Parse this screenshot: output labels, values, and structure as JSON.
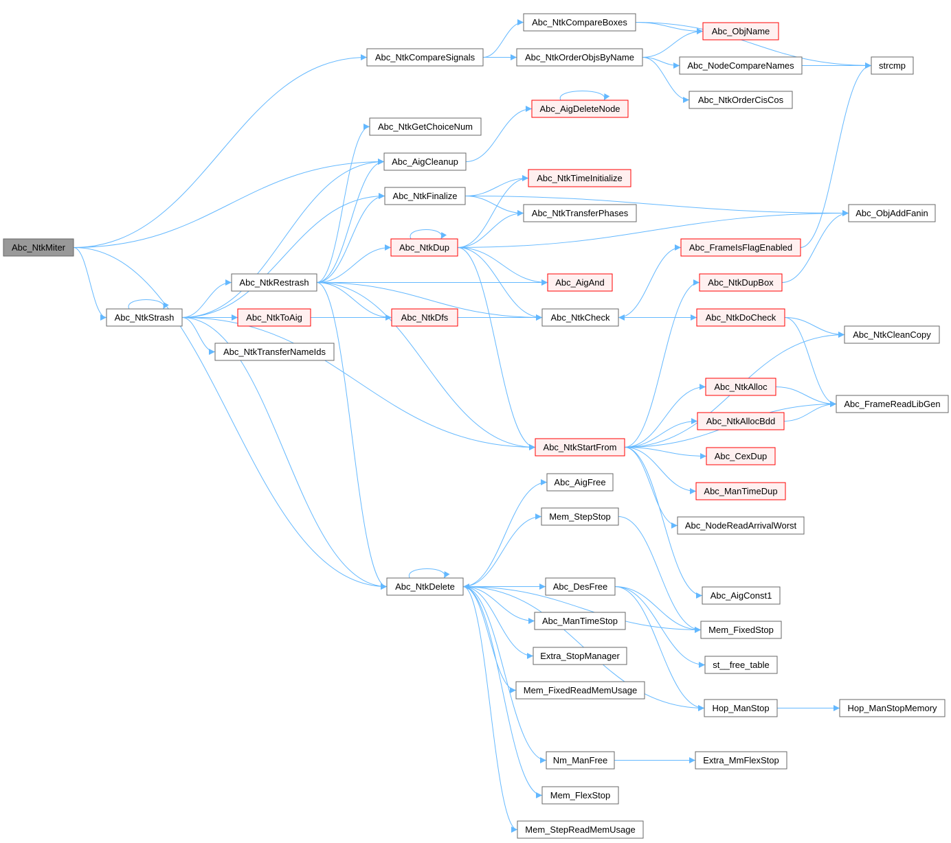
{
  "colors": {
    "edge": "#63b8ff",
    "node_border": "#666666",
    "node_fill": "#ffffff",
    "root_fill": "#999999",
    "root_border": "#666666",
    "truncated_border": "#ff0000",
    "truncated_fill": "#fff0f0"
  },
  "nodes": [
    {
      "id": "Abc_NtkMiter",
      "style": "root"
    },
    {
      "id": "Abc_NtkStrash",
      "style": "normal"
    },
    {
      "id": "Abc_NtkRestrash",
      "style": "normal"
    },
    {
      "id": "Abc_NtkToAig",
      "style": "truncated"
    },
    {
      "id": "Abc_NtkTransferNameIds",
      "style": "normal"
    },
    {
      "id": "Abc_NtkCompareSignals",
      "style": "normal"
    },
    {
      "id": "Abc_NtkGetChoiceNum",
      "style": "normal"
    },
    {
      "id": "Abc_AigCleanup",
      "style": "normal"
    },
    {
      "id": "Abc_NtkFinalize",
      "style": "normal"
    },
    {
      "id": "Abc_NtkDup",
      "style": "truncated"
    },
    {
      "id": "Abc_NtkDfs",
      "style": "truncated"
    },
    {
      "id": "Abc_NtkDelete",
      "style": "normal"
    },
    {
      "id": "Abc_NtkCompareBoxes",
      "style": "normal"
    },
    {
      "id": "Abc_NtkOrderObjsByName",
      "style": "normal"
    },
    {
      "id": "Abc_AigDeleteNode",
      "style": "truncated"
    },
    {
      "id": "Abc_NtkTimeInitialize",
      "style": "truncated"
    },
    {
      "id": "Abc_NtkTransferPhases",
      "style": "normal"
    },
    {
      "id": "Abc_AigAnd",
      "style": "truncated"
    },
    {
      "id": "Abc_NtkCheck",
      "style": "normal"
    },
    {
      "id": "Abc_NtkStartFrom",
      "style": "truncated"
    },
    {
      "id": "Abc_AigFree",
      "style": "normal"
    },
    {
      "id": "Mem_StepStop",
      "style": "normal"
    },
    {
      "id": "Abc_DesFree",
      "style": "normal"
    },
    {
      "id": "Abc_ManTimeStop",
      "style": "normal"
    },
    {
      "id": "Extra_StopManager",
      "style": "normal"
    },
    {
      "id": "Mem_FixedReadMemUsage",
      "style": "normal"
    },
    {
      "id": "Nm_ManFree",
      "style": "normal"
    },
    {
      "id": "Mem_FlexStop",
      "style": "normal"
    },
    {
      "id": "Mem_StepReadMemUsage",
      "style": "normal"
    },
    {
      "id": "Abc_ObjName",
      "style": "truncated"
    },
    {
      "id": "Abc_NodeCompareNames",
      "style": "normal"
    },
    {
      "id": "Abc_NtkOrderCisCos",
      "style": "normal"
    },
    {
      "id": "strcmp",
      "style": "normal"
    },
    {
      "id": "Abc_FrameIsFlagEnabled",
      "style": "truncated"
    },
    {
      "id": "Abc_NtkDupBox",
      "style": "truncated"
    },
    {
      "id": "Abc_NtkDoCheck",
      "style": "truncated"
    },
    {
      "id": "Abc_NtkAlloc",
      "style": "truncated"
    },
    {
      "id": "Abc_NtkAllocBdd",
      "style": "truncated"
    },
    {
      "id": "Abc_CexDup",
      "style": "truncated"
    },
    {
      "id": "Abc_ManTimeDup",
      "style": "truncated"
    },
    {
      "id": "Abc_NodeReadArrivalWorst",
      "style": "normal"
    },
    {
      "id": "Abc_AigConst1",
      "style": "normal"
    },
    {
      "id": "Mem_FixedStop",
      "style": "normal"
    },
    {
      "id": "st__free_table",
      "style": "normal"
    },
    {
      "id": "Hop_ManStop",
      "style": "normal"
    },
    {
      "id": "Extra_MmFlexStop",
      "style": "normal"
    },
    {
      "id": "Abc_ObjAddFanin",
      "style": "normal"
    },
    {
      "id": "Abc_NtkCleanCopy",
      "style": "normal"
    },
    {
      "id": "Abc_FrameReadLibGen",
      "style": "normal"
    },
    {
      "id": "Hop_ManStopMemory",
      "style": "normal"
    }
  ],
  "edges": [
    [
      "Abc_NtkMiter",
      "Abc_NtkCompareSignals"
    ],
    [
      "Abc_NtkMiter",
      "Abc_AigCleanup"
    ],
    [
      "Abc_NtkMiter",
      "Abc_NtkStrash"
    ],
    [
      "Abc_NtkMiter",
      "Abc_NtkDelete"
    ],
    [
      "Abc_NtkStrash",
      "Abc_NtkStrash"
    ],
    [
      "Abc_NtkStrash",
      "Abc_NtkRestrash"
    ],
    [
      "Abc_NtkStrash",
      "Abc_NtkToAig"
    ],
    [
      "Abc_NtkStrash",
      "Abc_NtkTransferNameIds"
    ],
    [
      "Abc_NtkStrash",
      "Abc_AigCleanup"
    ],
    [
      "Abc_NtkStrash",
      "Abc_NtkFinalize"
    ],
    [
      "Abc_NtkStrash",
      "Abc_NtkCheck"
    ],
    [
      "Abc_NtkStrash",
      "Abc_NtkStartFrom"
    ],
    [
      "Abc_NtkStrash",
      "Abc_NtkDelete"
    ],
    [
      "Abc_NtkRestrash",
      "Abc_NtkGetChoiceNum"
    ],
    [
      "Abc_NtkRestrash",
      "Abc_AigCleanup"
    ],
    [
      "Abc_NtkRestrash",
      "Abc_NtkFinalize"
    ],
    [
      "Abc_NtkRestrash",
      "Abc_NtkDup"
    ],
    [
      "Abc_NtkRestrash",
      "Abc_NtkDfs"
    ],
    [
      "Abc_NtkRestrash",
      "Abc_NtkCheck"
    ],
    [
      "Abc_NtkRestrash",
      "Abc_AigAnd"
    ],
    [
      "Abc_NtkRestrash",
      "Abc_NtkStartFrom"
    ],
    [
      "Abc_NtkRestrash",
      "Abc_NtkDelete"
    ],
    [
      "Abc_NtkCompareSignals",
      "Abc_NtkCompareBoxes"
    ],
    [
      "Abc_NtkCompareSignals",
      "Abc_NtkOrderObjsByName"
    ],
    [
      "Abc_NtkCompareBoxes",
      "Abc_ObjName"
    ],
    [
      "Abc_NtkCompareBoxes",
      "strcmp"
    ],
    [
      "Abc_NtkOrderObjsByName",
      "Abc_ObjName"
    ],
    [
      "Abc_NtkOrderObjsByName",
      "Abc_NodeCompareNames"
    ],
    [
      "Abc_NtkOrderObjsByName",
      "Abc_NtkOrderCisCos"
    ],
    [
      "Abc_NodeCompareNames",
      "strcmp"
    ],
    [
      "Abc_AigCleanup",
      "Abc_AigDeleteNode"
    ],
    [
      "Abc_AigDeleteNode",
      "Abc_AigDeleteNode"
    ],
    [
      "Abc_NtkFinalize",
      "Abc_NtkTimeInitialize"
    ],
    [
      "Abc_NtkFinalize",
      "Abc_NtkTransferPhases"
    ],
    [
      "Abc_NtkFinalize",
      "Abc_ObjAddFanin"
    ],
    [
      "Abc_NtkDup",
      "Abc_NtkDup"
    ],
    [
      "Abc_NtkDup",
      "Abc_NtkTimeInitialize"
    ],
    [
      "Abc_NtkDup",
      "Abc_NtkTransferPhases"
    ],
    [
      "Abc_NtkDup",
      "Abc_ObjAddFanin"
    ],
    [
      "Abc_NtkDup",
      "Abc_AigAnd"
    ],
    [
      "Abc_NtkDup",
      "Abc_NtkCheck"
    ],
    [
      "Abc_NtkDup",
      "Abc_NtkStartFrom"
    ],
    [
      "Abc_NtkCheck",
      "Abc_FrameIsFlagEnabled"
    ],
    [
      "Abc_NtkCheck",
      "Abc_NtkDoCheck"
    ],
    [
      "Abc_NtkDoCheck",
      "Abc_NtkCheck"
    ],
    [
      "Abc_NtkDoCheck",
      "Abc_NtkCleanCopy"
    ],
    [
      "Abc_NtkDoCheck",
      "Abc_FrameReadLibGen"
    ],
    [
      "Abc_FrameIsFlagEnabled",
      "strcmp"
    ],
    [
      "Abc_NtkDupBox",
      "Abc_ObjAddFanin"
    ],
    [
      "Abc_NtkStartFrom",
      "Abc_NtkDupBox"
    ],
    [
      "Abc_NtkStartFrom",
      "Abc_NtkCleanCopy"
    ],
    [
      "Abc_NtkStartFrom",
      "Abc_NtkAlloc"
    ],
    [
      "Abc_NtkStartFrom",
      "Abc_NtkAllocBdd"
    ],
    [
      "Abc_NtkStartFrom",
      "Abc_CexDup"
    ],
    [
      "Abc_NtkStartFrom",
      "Abc_ManTimeDup"
    ],
    [
      "Abc_NtkStartFrom",
      "Abc_NodeReadArrivalWorst"
    ],
    [
      "Abc_NtkStartFrom",
      "Abc_AigConst1"
    ],
    [
      "Abc_NtkStartFrom",
      "Abc_FrameReadLibGen"
    ],
    [
      "Abc_NtkAlloc",
      "Abc_FrameReadLibGen"
    ],
    [
      "Abc_NtkAllocBdd",
      "Abc_FrameReadLibGen"
    ],
    [
      "Abc_NtkDelete",
      "Abc_NtkDelete"
    ],
    [
      "Abc_NtkDelete",
      "Abc_AigFree"
    ],
    [
      "Abc_NtkDelete",
      "Mem_StepStop"
    ],
    [
      "Abc_NtkDelete",
      "Abc_DesFree"
    ],
    [
      "Abc_NtkDelete",
      "Abc_ManTimeStop"
    ],
    [
      "Abc_NtkDelete",
      "Extra_StopManager"
    ],
    [
      "Abc_NtkDelete",
      "Mem_FixedReadMemUsage"
    ],
    [
      "Abc_NtkDelete",
      "Hop_ManStop"
    ],
    [
      "Abc_NtkDelete",
      "Nm_ManFree"
    ],
    [
      "Abc_NtkDelete",
      "Mem_FlexStop"
    ],
    [
      "Abc_NtkDelete",
      "Mem_StepReadMemUsage"
    ],
    [
      "Abc_NtkDelete",
      "Mem_FixedStop"
    ],
    [
      "Mem_StepStop",
      "Mem_FixedStop"
    ],
    [
      "Abc_DesFree",
      "Abc_NtkDelete"
    ],
    [
      "Abc_DesFree",
      "Mem_FixedStop"
    ],
    [
      "Abc_DesFree",
      "st__free_table"
    ],
    [
      "Abc_DesFree",
      "Hop_ManStop"
    ],
    [
      "Hop_ManStop",
      "Hop_ManStopMemory"
    ],
    [
      "Nm_ManFree",
      "Extra_MmFlexStop"
    ]
  ]
}
